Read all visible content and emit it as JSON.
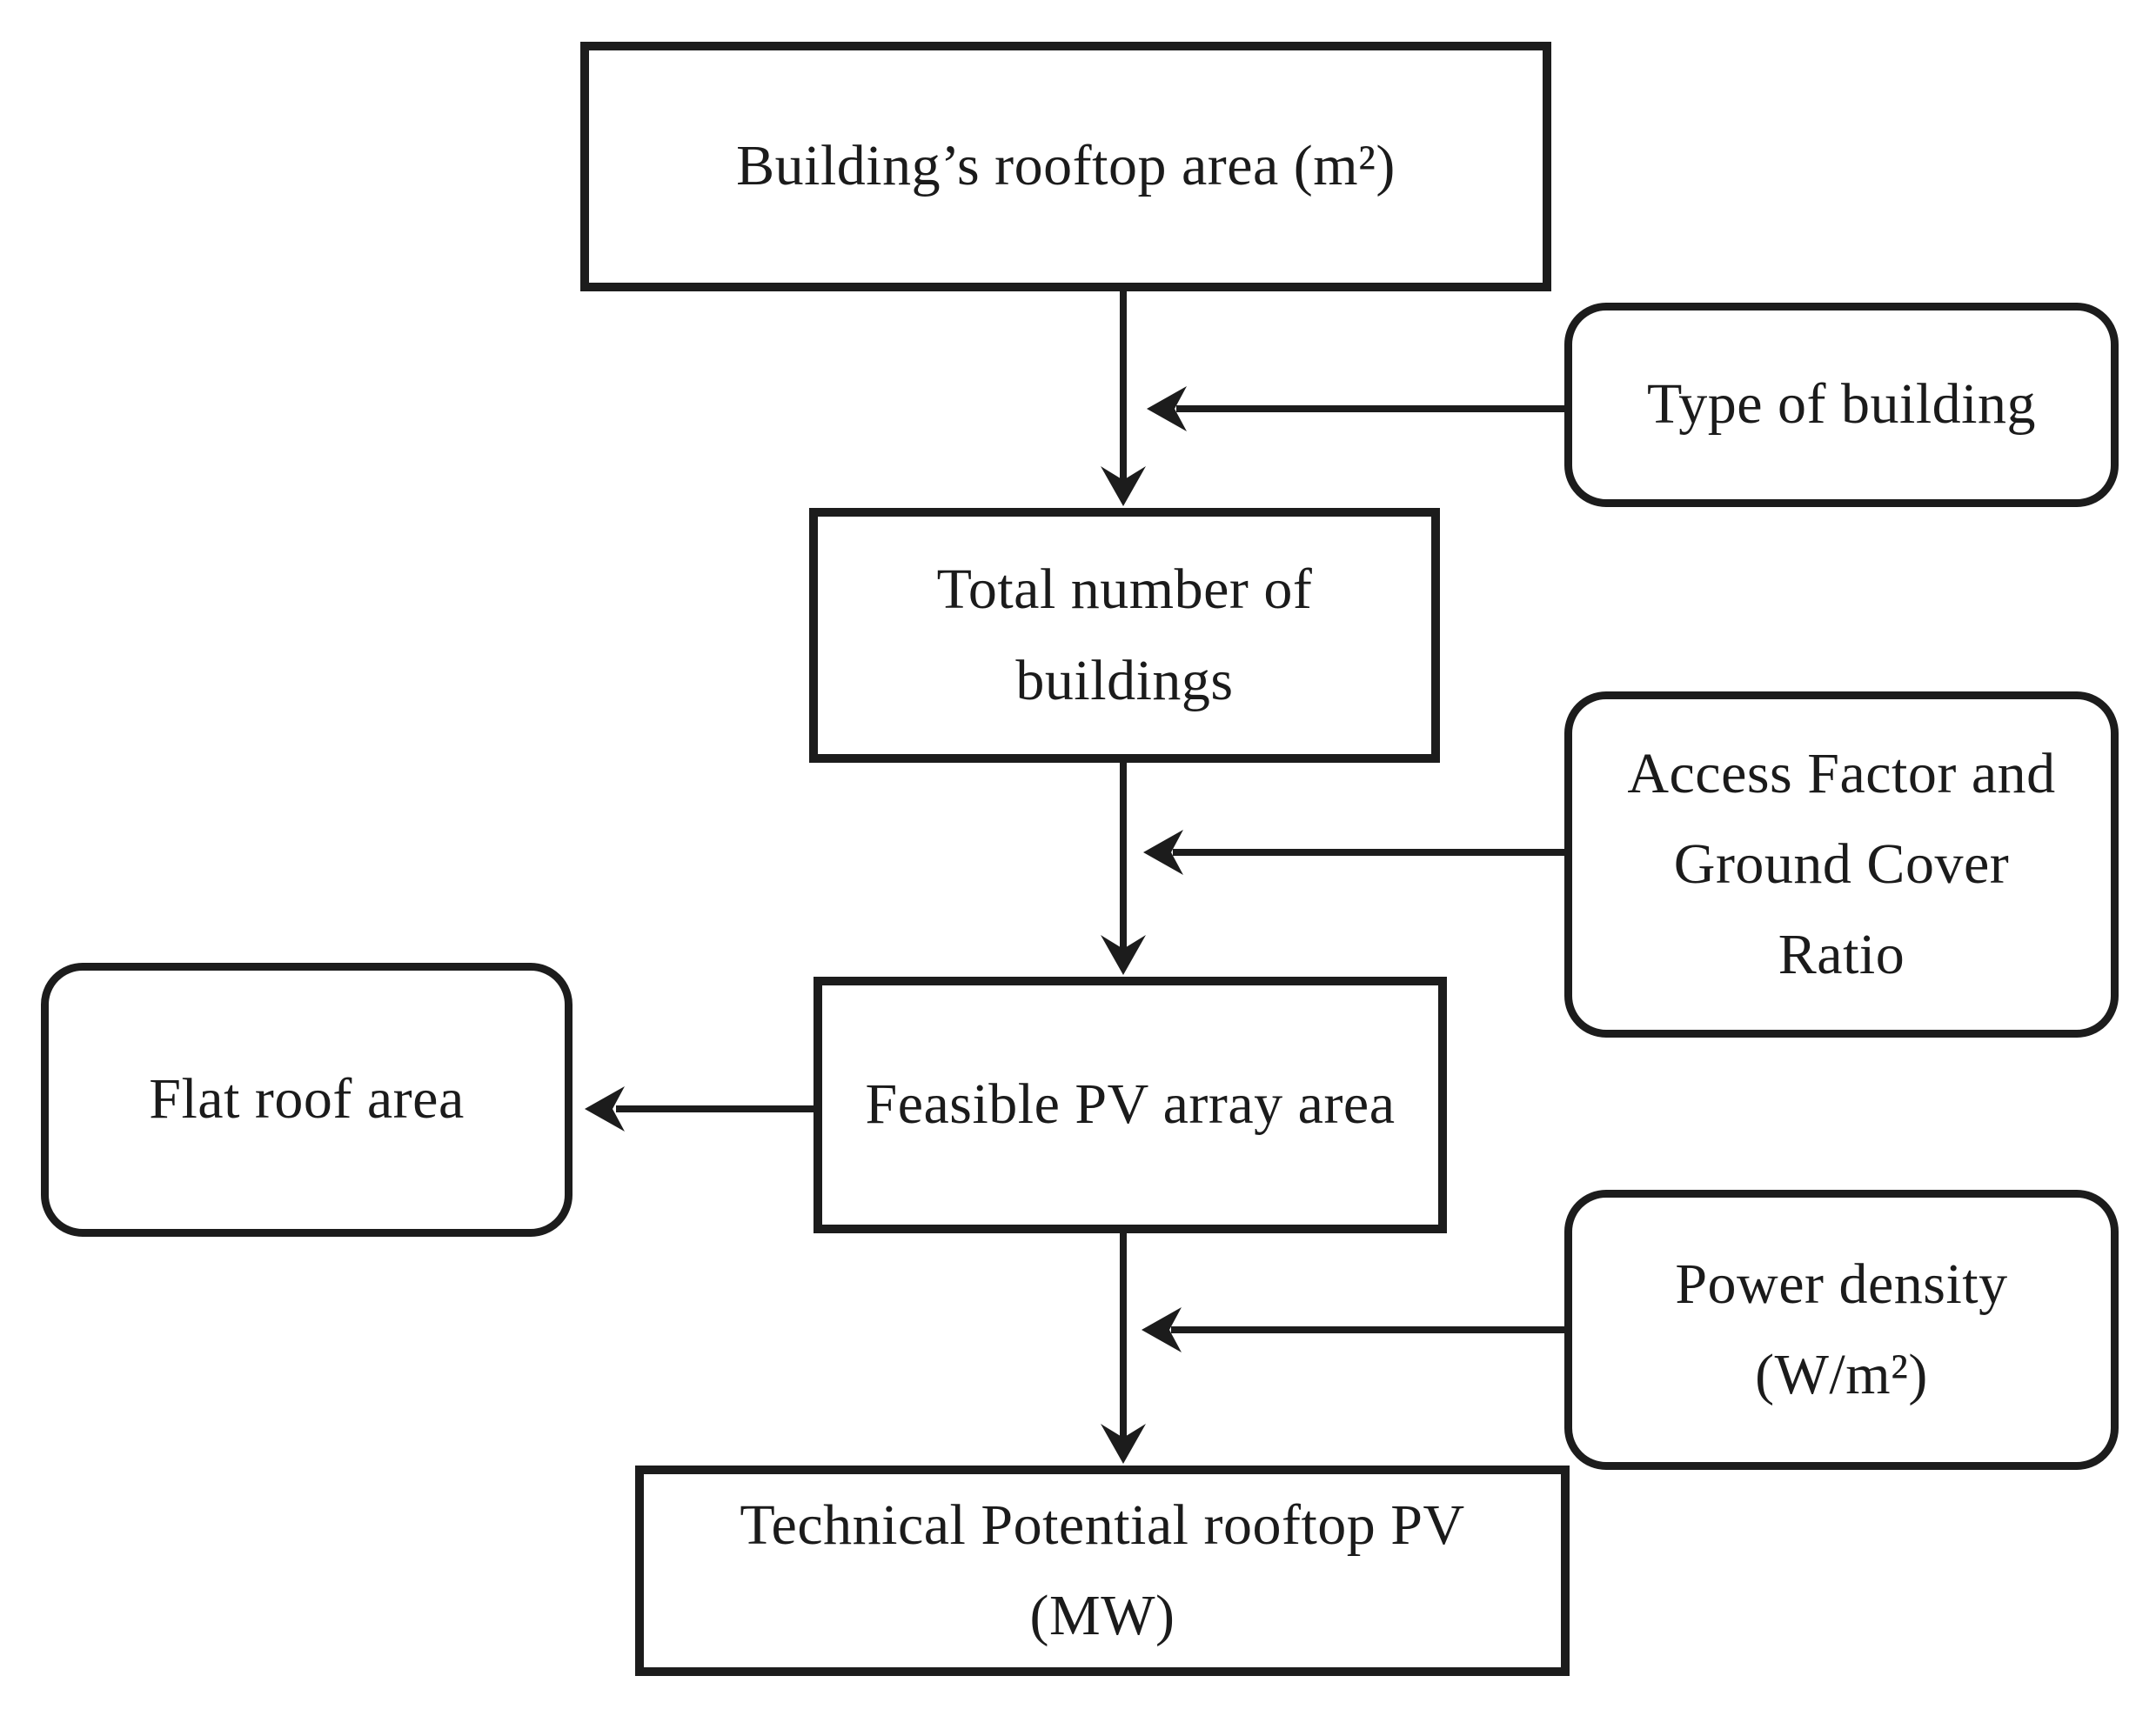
{
  "diagram": {
    "type": "flowchart",
    "colors": {
      "line": "#1c1c1c",
      "text": "#1b1b1b",
      "background": "#ffffff"
    },
    "nodes": {
      "rooftop_area": {
        "shape": "rectangle",
        "lines": [
          "Building’s rooftop area (m²)"
        ]
      },
      "type_of_building": {
        "shape": "rounded",
        "lines": [
          "Type of building"
        ]
      },
      "total_buildings": {
        "shape": "rectangle",
        "lines": [
          "Total number of",
          "buildings"
        ]
      },
      "access_gcr": {
        "shape": "rounded",
        "lines": [
          "Access Factor and",
          "Ground Cover",
          "Ratio"
        ]
      },
      "flat_roof": {
        "shape": "rounded",
        "lines": [
          "Flat roof area"
        ]
      },
      "feasible_pv": {
        "shape": "rectangle",
        "lines": [
          "Feasible PV array area"
        ]
      },
      "power_density": {
        "shape": "rounded",
        "lines": [
          "Power density",
          "(W/m²)"
        ]
      },
      "technical_potential": {
        "shape": "rectangle",
        "lines": [
          "Technical Potential rooftop PV",
          "(MW)"
        ]
      }
    },
    "edges": [
      {
        "from": "rooftop_area",
        "to": "total_buildings",
        "kind": "arrow"
      },
      {
        "from": "type_of_building",
        "to": "main flow between rooftop_area and total_buildings",
        "kind": "arrow"
      },
      {
        "from": "total_buildings",
        "to": "feasible_pv",
        "kind": "arrow"
      },
      {
        "from": "access_gcr",
        "to": "main flow between total_buildings and feasible_pv",
        "kind": "arrow"
      },
      {
        "from": "feasible_pv",
        "to": "flat_roof",
        "kind": "arrow"
      },
      {
        "from": "feasible_pv",
        "to": "technical_potential",
        "kind": "arrow"
      },
      {
        "from": "power_density",
        "to": "main flow between feasible_pv and technical_potential",
        "kind": "arrow"
      }
    ]
  }
}
